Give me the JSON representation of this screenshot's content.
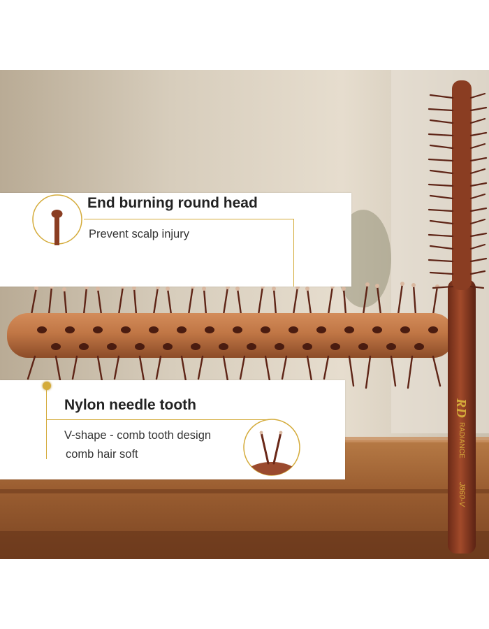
{
  "feature_top": {
    "title": "End burning round head",
    "subtitle": "Prevent scalp injury"
  },
  "feature_bottom": {
    "title": "Nylon needle tooth",
    "line1": "V-shape - comb tooth design",
    "line2": "comb hair soft"
  },
  "brush_branding": {
    "logo": "RD",
    "brand": "RADIANCE",
    "model": "J860-V"
  },
  "colors": {
    "accent_gold": "#d4ab3a",
    "wood": "#8a3d22",
    "bristle": "#5e2416",
    "table": "#9a6234"
  }
}
